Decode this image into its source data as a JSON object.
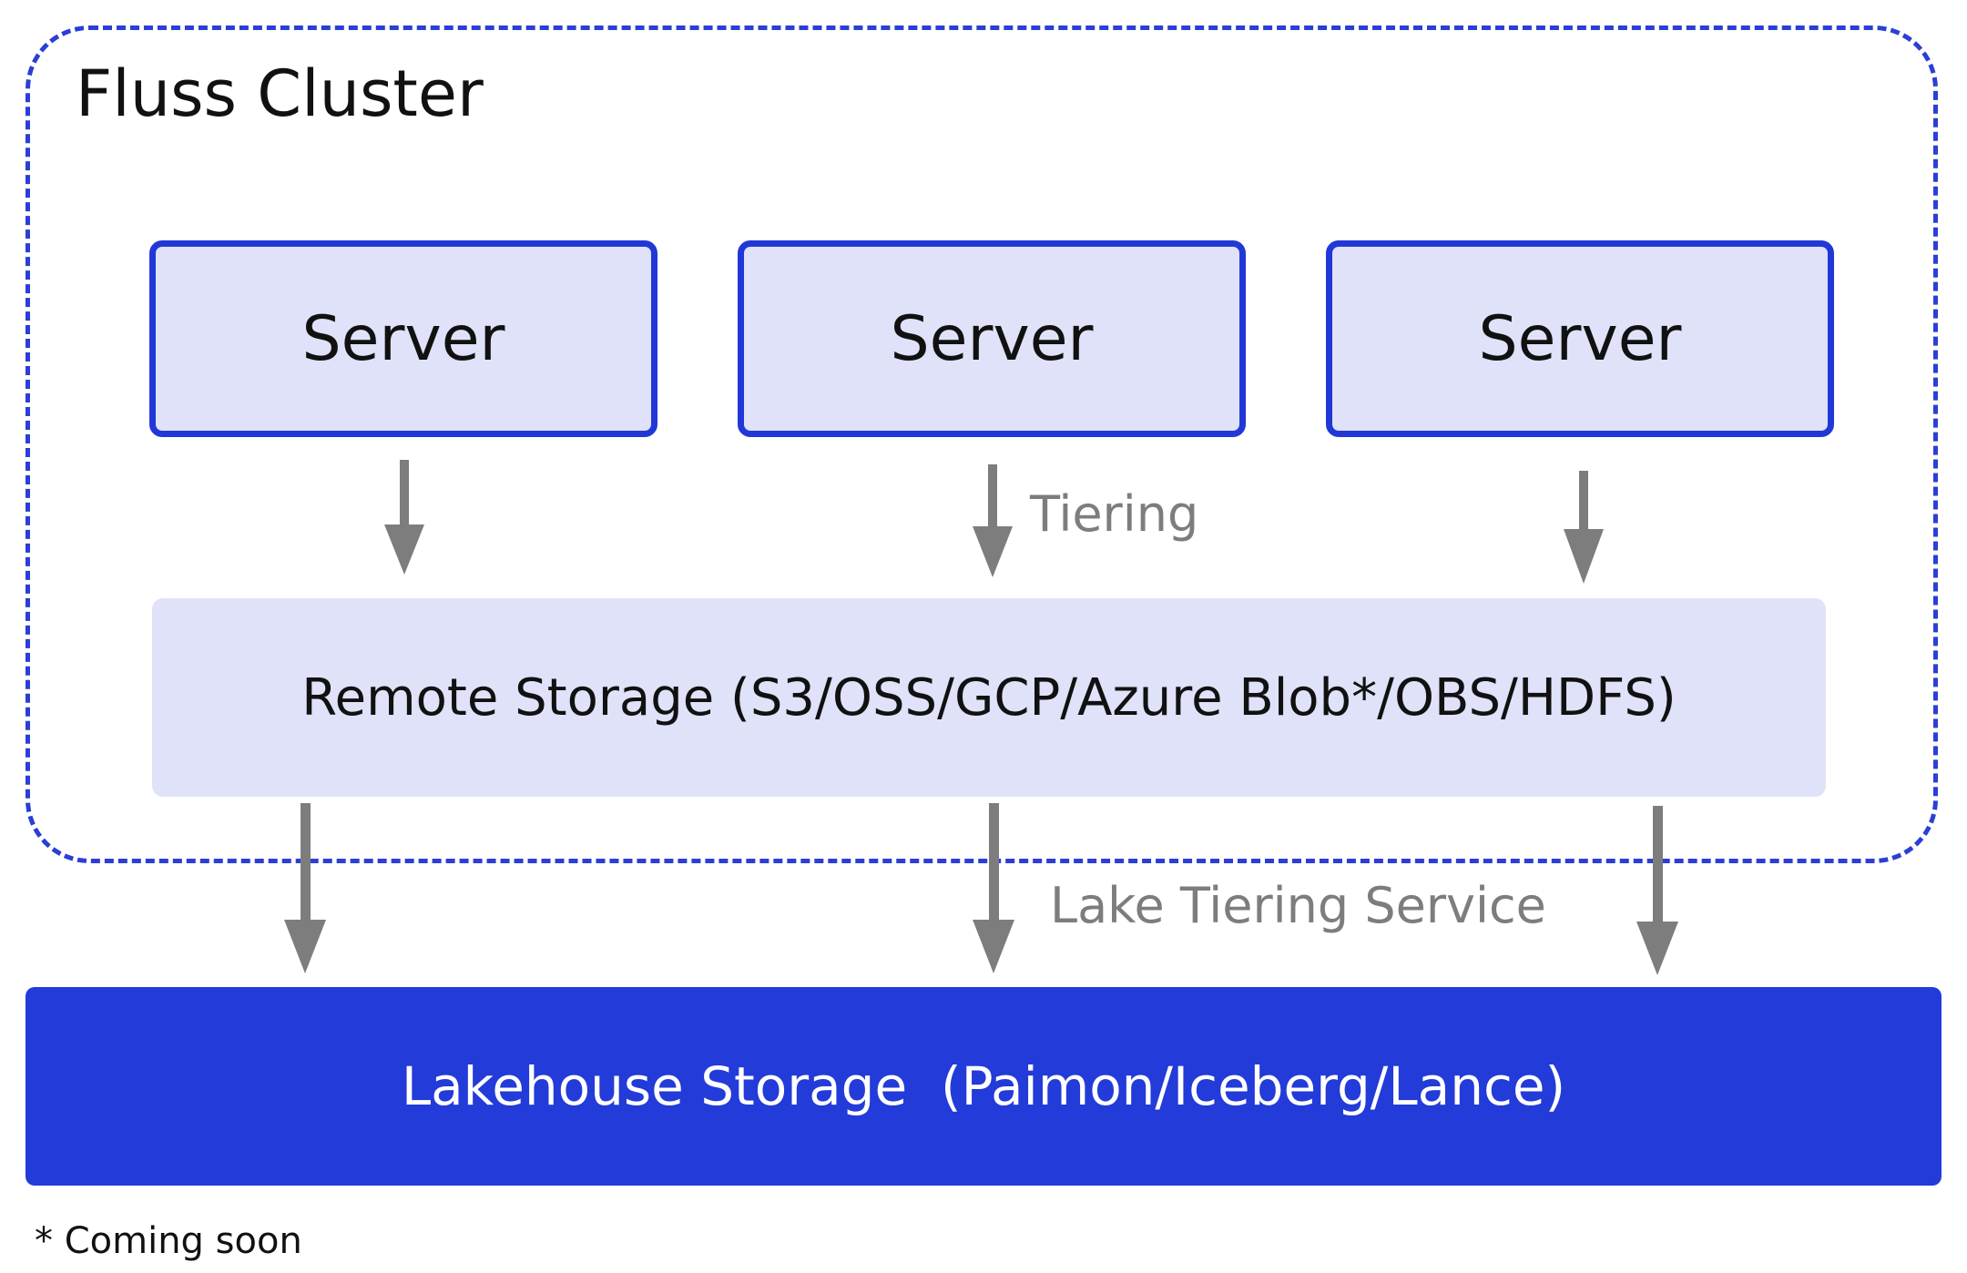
{
  "cluster": {
    "title": "Fluss Cluster"
  },
  "servers": [
    {
      "label": "Server"
    },
    {
      "label": "Server"
    },
    {
      "label": "Server"
    }
  ],
  "labels": {
    "tiering": "Tiering",
    "lake_tiering_service": "Lake Tiering Service"
  },
  "remote_storage": {
    "label": "Remote Storage (S3/OSS/GCP/Azure Blob*/OBS/HDFS)"
  },
  "lakehouse_storage": {
    "label": "Lakehouse Storage  (Paimon/Iceberg/Lance)"
  },
  "footnote": "* Coming soon",
  "colors": {
    "accent_blue": "#223bd9",
    "box_fill": "#dfe2f8",
    "arrow_gray": "#7d7d7d"
  }
}
